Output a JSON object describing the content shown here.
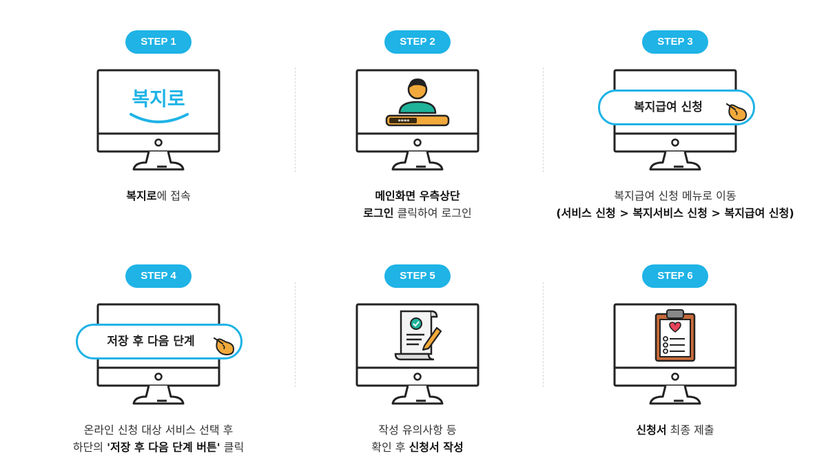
{
  "steps": [
    {
      "label": "STEP 1",
      "logo_text": "복지로",
      "desc_line1_bold": "복지로",
      "desc_line1_rest": "에 접속"
    },
    {
      "label": "STEP 2",
      "pin_text": "****",
      "desc_line1_bold": "메인화면 우측상단",
      "desc_line2_bold": "로그인",
      "desc_line2_rest": " 클릭하여 로그인"
    },
    {
      "label": "STEP 3",
      "button_text": "복지급여 신청",
      "desc_line1": "복지급여 신청 메뉴로 이동",
      "desc_line2_bold": "(서비스 신청 > 복지서비스 신청 > 복지급여 신청)"
    },
    {
      "label": "STEP 4",
      "button_text": "저장 후 다음 단계",
      "desc_line1": "온라인 신청 대상 서비스 선택 후",
      "desc_line2_pre": "하단의 ",
      "desc_line2_bold": "'저장 후 다음 단계 버튼'",
      "desc_line2_post": " 클릭"
    },
    {
      "label": "STEP 5",
      "desc_line1": "작성 유의사항 등",
      "desc_line2_pre": "확인 후 ",
      "desc_line2_bold": "신청서 작성"
    },
    {
      "label": "STEP 6",
      "desc_line1_bold": "신청서",
      "desc_line1_rest": " 최종 제출"
    }
  ],
  "colors": {
    "accent": "#1fb3e6",
    "person": "#1fb39a",
    "gold": "#f2a93b"
  }
}
